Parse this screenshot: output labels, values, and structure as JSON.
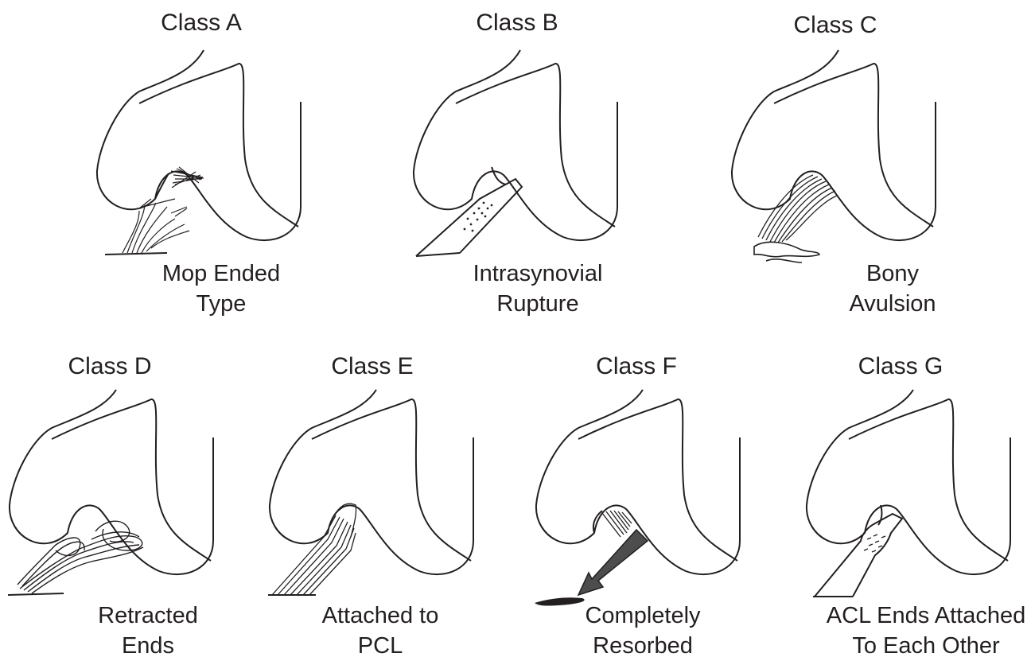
{
  "panels": [
    {
      "title": "Class A",
      "caption": [
        "Mop Ended",
        "Type"
      ]
    },
    {
      "title": "Class B",
      "caption": [
        "Intrasynovial",
        "Rupture"
      ]
    },
    {
      "title": "Class C",
      "caption": [
        "Bony",
        "Avulsion"
      ]
    },
    {
      "title": "Class D",
      "caption": [
        "Retracted",
        "Ends"
      ]
    },
    {
      "title": "Class E",
      "caption": [
        "Attached to",
        "PCL"
      ]
    },
    {
      "title": "Class F",
      "caption": [
        "Completely",
        "Resorbed"
      ]
    },
    {
      "title": "Class G",
      "caption": [
        "ACL Ends Attached",
        "To Each Other"
      ]
    }
  ],
  "colors": {
    "line": "#231f20",
    "background": "#ffffff"
  }
}
